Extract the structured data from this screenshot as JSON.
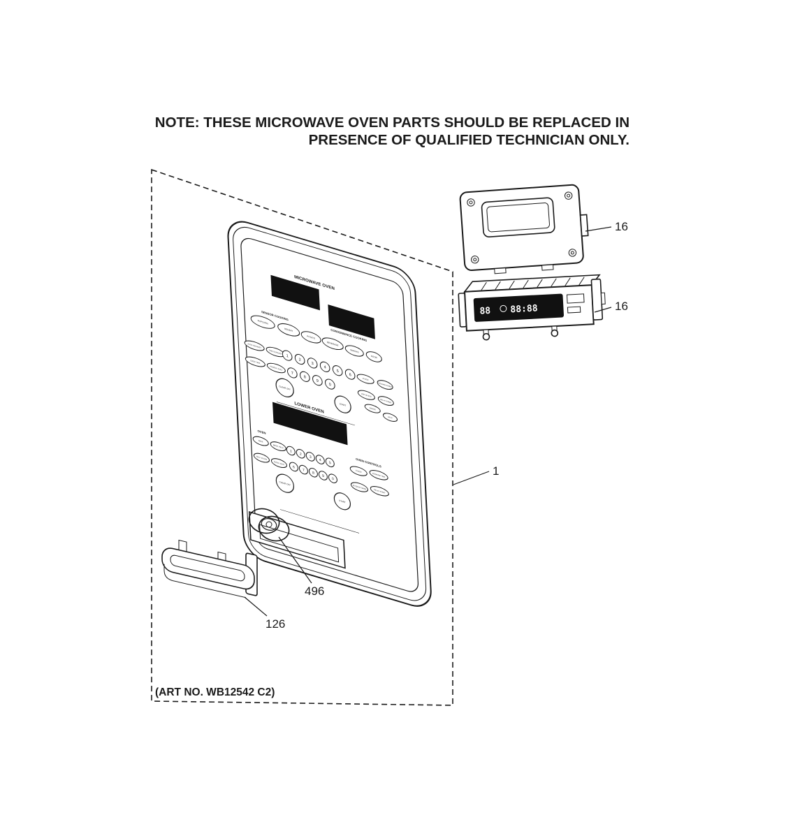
{
  "colors": {
    "ink": "#1a1a1a",
    "paper": "#ffffff"
  },
  "note": {
    "line1": "NOTE: THESE MICROWAVE OVEN PARTS SHOULD BE REPLACED IN",
    "line2": "PRESENCE OF QUALIFIED TECHNICIAN ONLY."
  },
  "art_no": "(ART NO. WB12542 C2)",
  "callouts": {
    "panel_assembly": "1",
    "display_board": "16",
    "control_board": "16",
    "spring": "496",
    "trim": "126"
  },
  "panel": {
    "microwave": {
      "title": "MICROWAVE OVEN",
      "sensor_group": "SENSOR COOKING",
      "convenience_group": "CONVENIENCE COOKING",
      "keys_row1": [
        "POPCORN",
        "REHEAT",
        "POTATO",
        "BEVERAGE",
        "SNACKS",
        "DOOR"
      ],
      "keys_defrost": [
        "AUTO DEFROST",
        "TIME DEFROST"
      ],
      "keys_cook": [
        "COOK TIME",
        "POWER LEVEL"
      ],
      "digits_row1": [
        "1",
        "2",
        "3",
        "4",
        "5",
        "6"
      ],
      "digits_row2": [
        "7",
        "8",
        "9",
        "0"
      ],
      "keys_clock": [
        "CLOCK",
        "KITCHEN TIMER"
      ],
      "keys_add": [
        "ADD 30 SEC",
        "DELAY START"
      ],
      "keys_misc": [
        "SOUND",
        "HELP"
      ],
      "clear_key": "CLEAR OFF",
      "start_key": "START"
    },
    "lower_oven": {
      "title": "LOWER OVEN",
      "oven_label": "OVEN",
      "controls_label": "OVEN CONTROLS",
      "keys_mode": [
        "BAKE",
        "BROIL HI/LO"
      ],
      "keys_clean": [
        "SELF CLEAN",
        "OVEN LIGHT"
      ],
      "digits_row1": [
        "1",
        "2",
        "3",
        "4",
        "5"
      ],
      "digits_row2": [
        "6",
        "7",
        "8",
        "9",
        "0"
      ],
      "keys_time1": [
        "CLOCK",
        "COOKING TIME"
      ],
      "keys_time2": [
        "KITCHEN TIMER",
        "DELAY START"
      ],
      "clear_key": "CLEAR OFF",
      "start_key": "START"
    }
  },
  "control_board": {
    "display_left": "88",
    "display_right": "88:88"
  }
}
